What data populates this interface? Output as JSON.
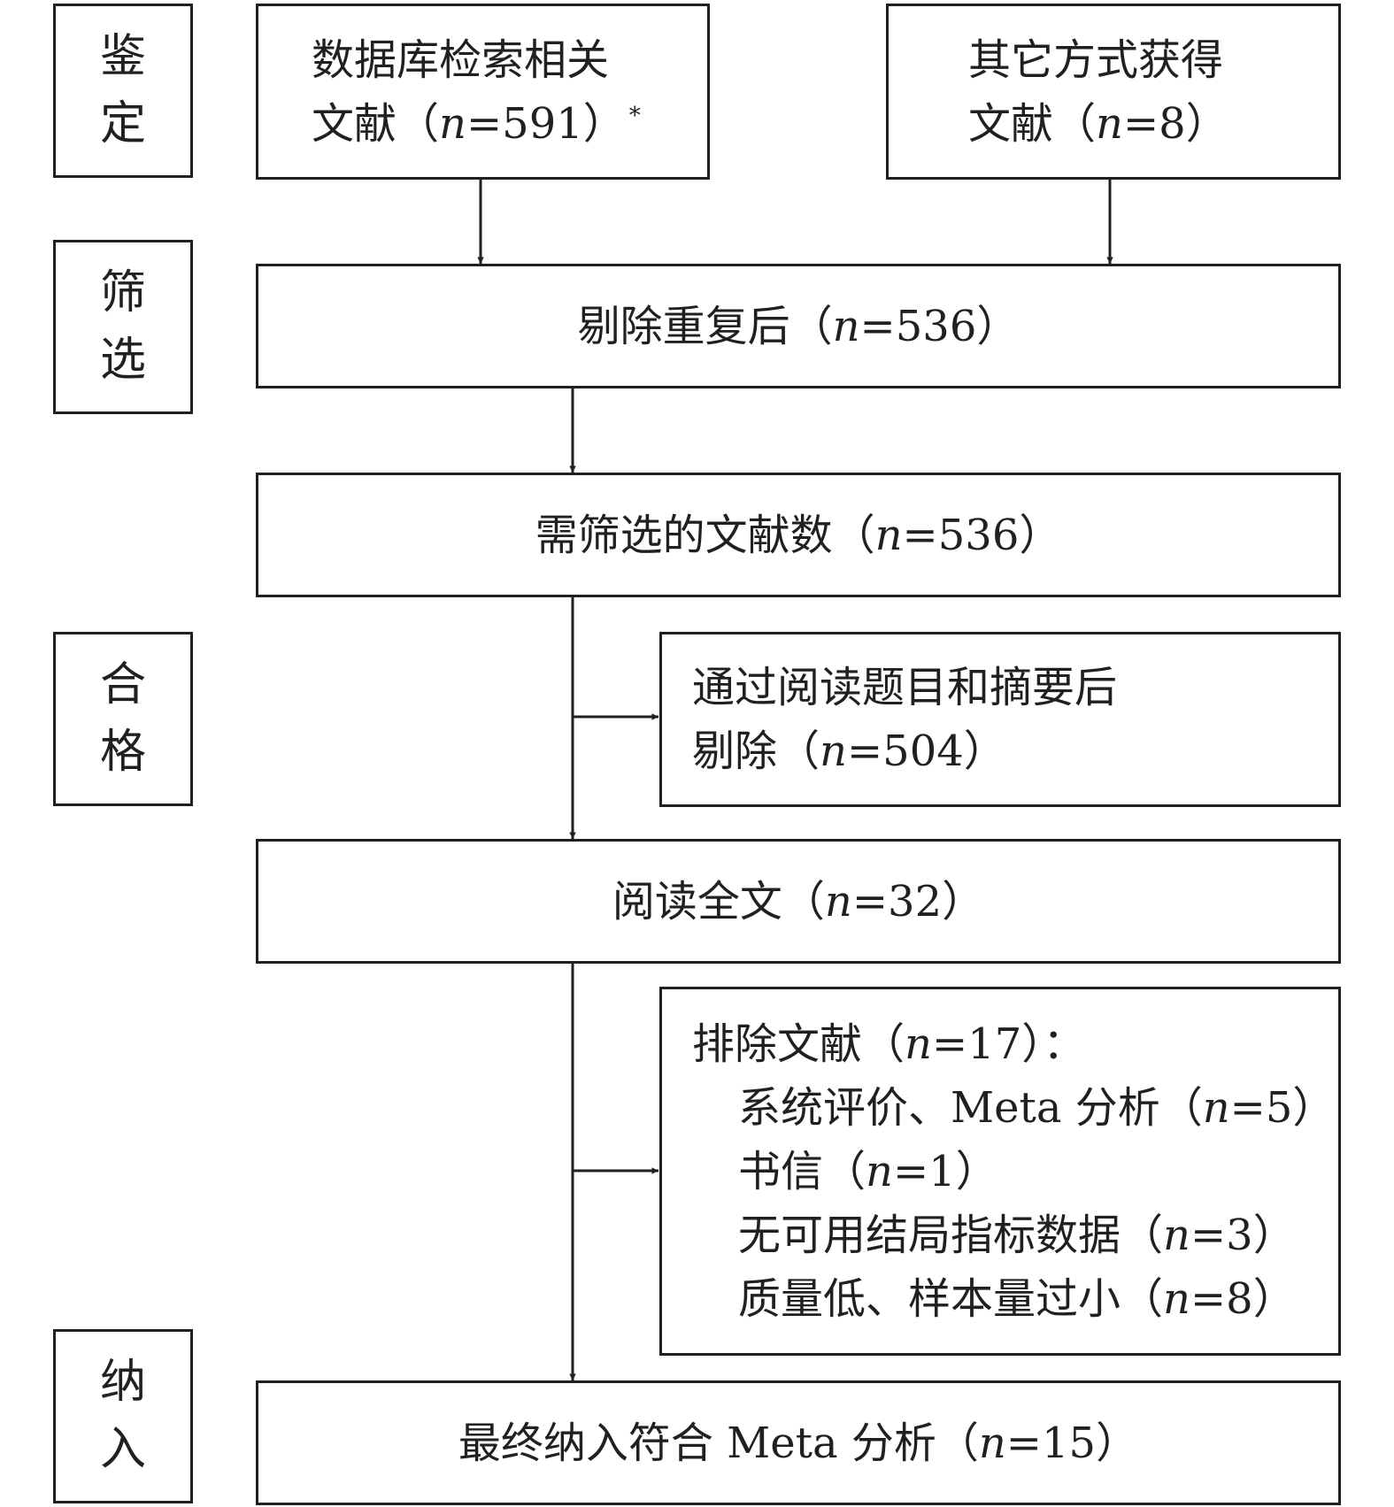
{
  "stages": {
    "identification": [
      "鉴",
      "定"
    ],
    "screening": [
      "筛",
      "选"
    ],
    "eligibility": [
      "合",
      "格"
    ],
    "included": [
      "纳",
      "入"
    ]
  },
  "nodes": {
    "database_records": {
      "line1": "数据库检索相关",
      "line2_prefix": "文献（",
      "line2_n": "n",
      "line2_value": "=591）",
      "line2_mark": "*"
    },
    "other_sources": {
      "line1": "其它方式获得",
      "line2_prefix": "文献（",
      "line2_n": "n",
      "line2_value": "=8）"
    },
    "after_duplicates": {
      "prefix": "剔除重复后（",
      "n": "n",
      "value": "=536）"
    },
    "records_screened": {
      "prefix": "需筛选的文献数（",
      "n": "n",
      "value": "=536）"
    },
    "excluded_title_abstract": {
      "line1": "通过阅读题目和摘要后",
      "line2_prefix": "剔除（",
      "line2_n": "n",
      "line2_value": "=504）"
    },
    "full_text": {
      "prefix": "阅读全文（",
      "n": "n",
      "value": "=32）"
    },
    "excluded_full_text": {
      "header_prefix": "排除文献（",
      "header_n": "n",
      "header_value": "=17）：",
      "reasons": [
        {
          "prefix": "系统评价、Meta 分析（",
          "n": "n",
          "value": "=5）"
        },
        {
          "prefix": "书信（",
          "n": "n",
          "value": "=1）"
        },
        {
          "prefix": "无可用结局指标数据（",
          "n": "n",
          "value": "=3）"
        },
        {
          "prefix": "质量低、样本量过小（",
          "n": "n",
          "value": "=8）"
        }
      ]
    },
    "included_studies": {
      "prefix": "最终纳入符合 Meta 分析（",
      "n": "n",
      "value": "=15）"
    }
  },
  "colors": {
    "stroke": "#231f20",
    "background": "#ffffff"
  }
}
